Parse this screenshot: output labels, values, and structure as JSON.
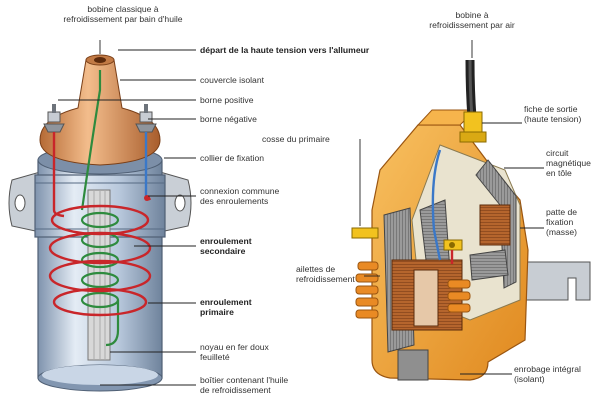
{
  "left_coil": {
    "title": "bobine classique à\nrefroidissement par bain d'huile",
    "labels": {
      "hv_output": "départ de la haute tension vers l'allumeur",
      "insulating_cover": "couvercle isolant",
      "positive_terminal": "borne positive",
      "negative_terminal": "borne négative",
      "fixing_collar": "collier de fixation",
      "common_connection": "connexion commune\ndes enroulements",
      "secondary_winding": "enroulement\nsecondaire",
      "primary_winding": "enroulement\nprimaire",
      "iron_core": "noyau en fer doux\nfeuilleté",
      "oil_housing": "boîtier contenant l'huile\nde refroidissement"
    }
  },
  "right_coil": {
    "title": "bobine à\nrefroidissement par air",
    "labels": {
      "output_plug": "fiche de sortie\n(haute tension)",
      "primary_terminal": "cosse du primaire",
      "magnetic_circuit": "circuit\nmagnétique\nen tôle",
      "fixing_tab": "patte de\nfixation\n(masse)",
      "cooling_fins": "ailettes de\nrefroidissement",
      "encapsulation": "enrobage intégral\n(isolant)"
    }
  },
  "colors": {
    "can_blue": "#b8c8dc",
    "cover_orange": "#e09a62",
    "body_orange": "#f1a33a",
    "primary_red": "#c9262a",
    "secondary_green": "#2e8b3e",
    "lamination_grey": "#8c8c8c",
    "wire_blue": "#3a78c8",
    "plug_yellow": "#f2c21f"
  }
}
